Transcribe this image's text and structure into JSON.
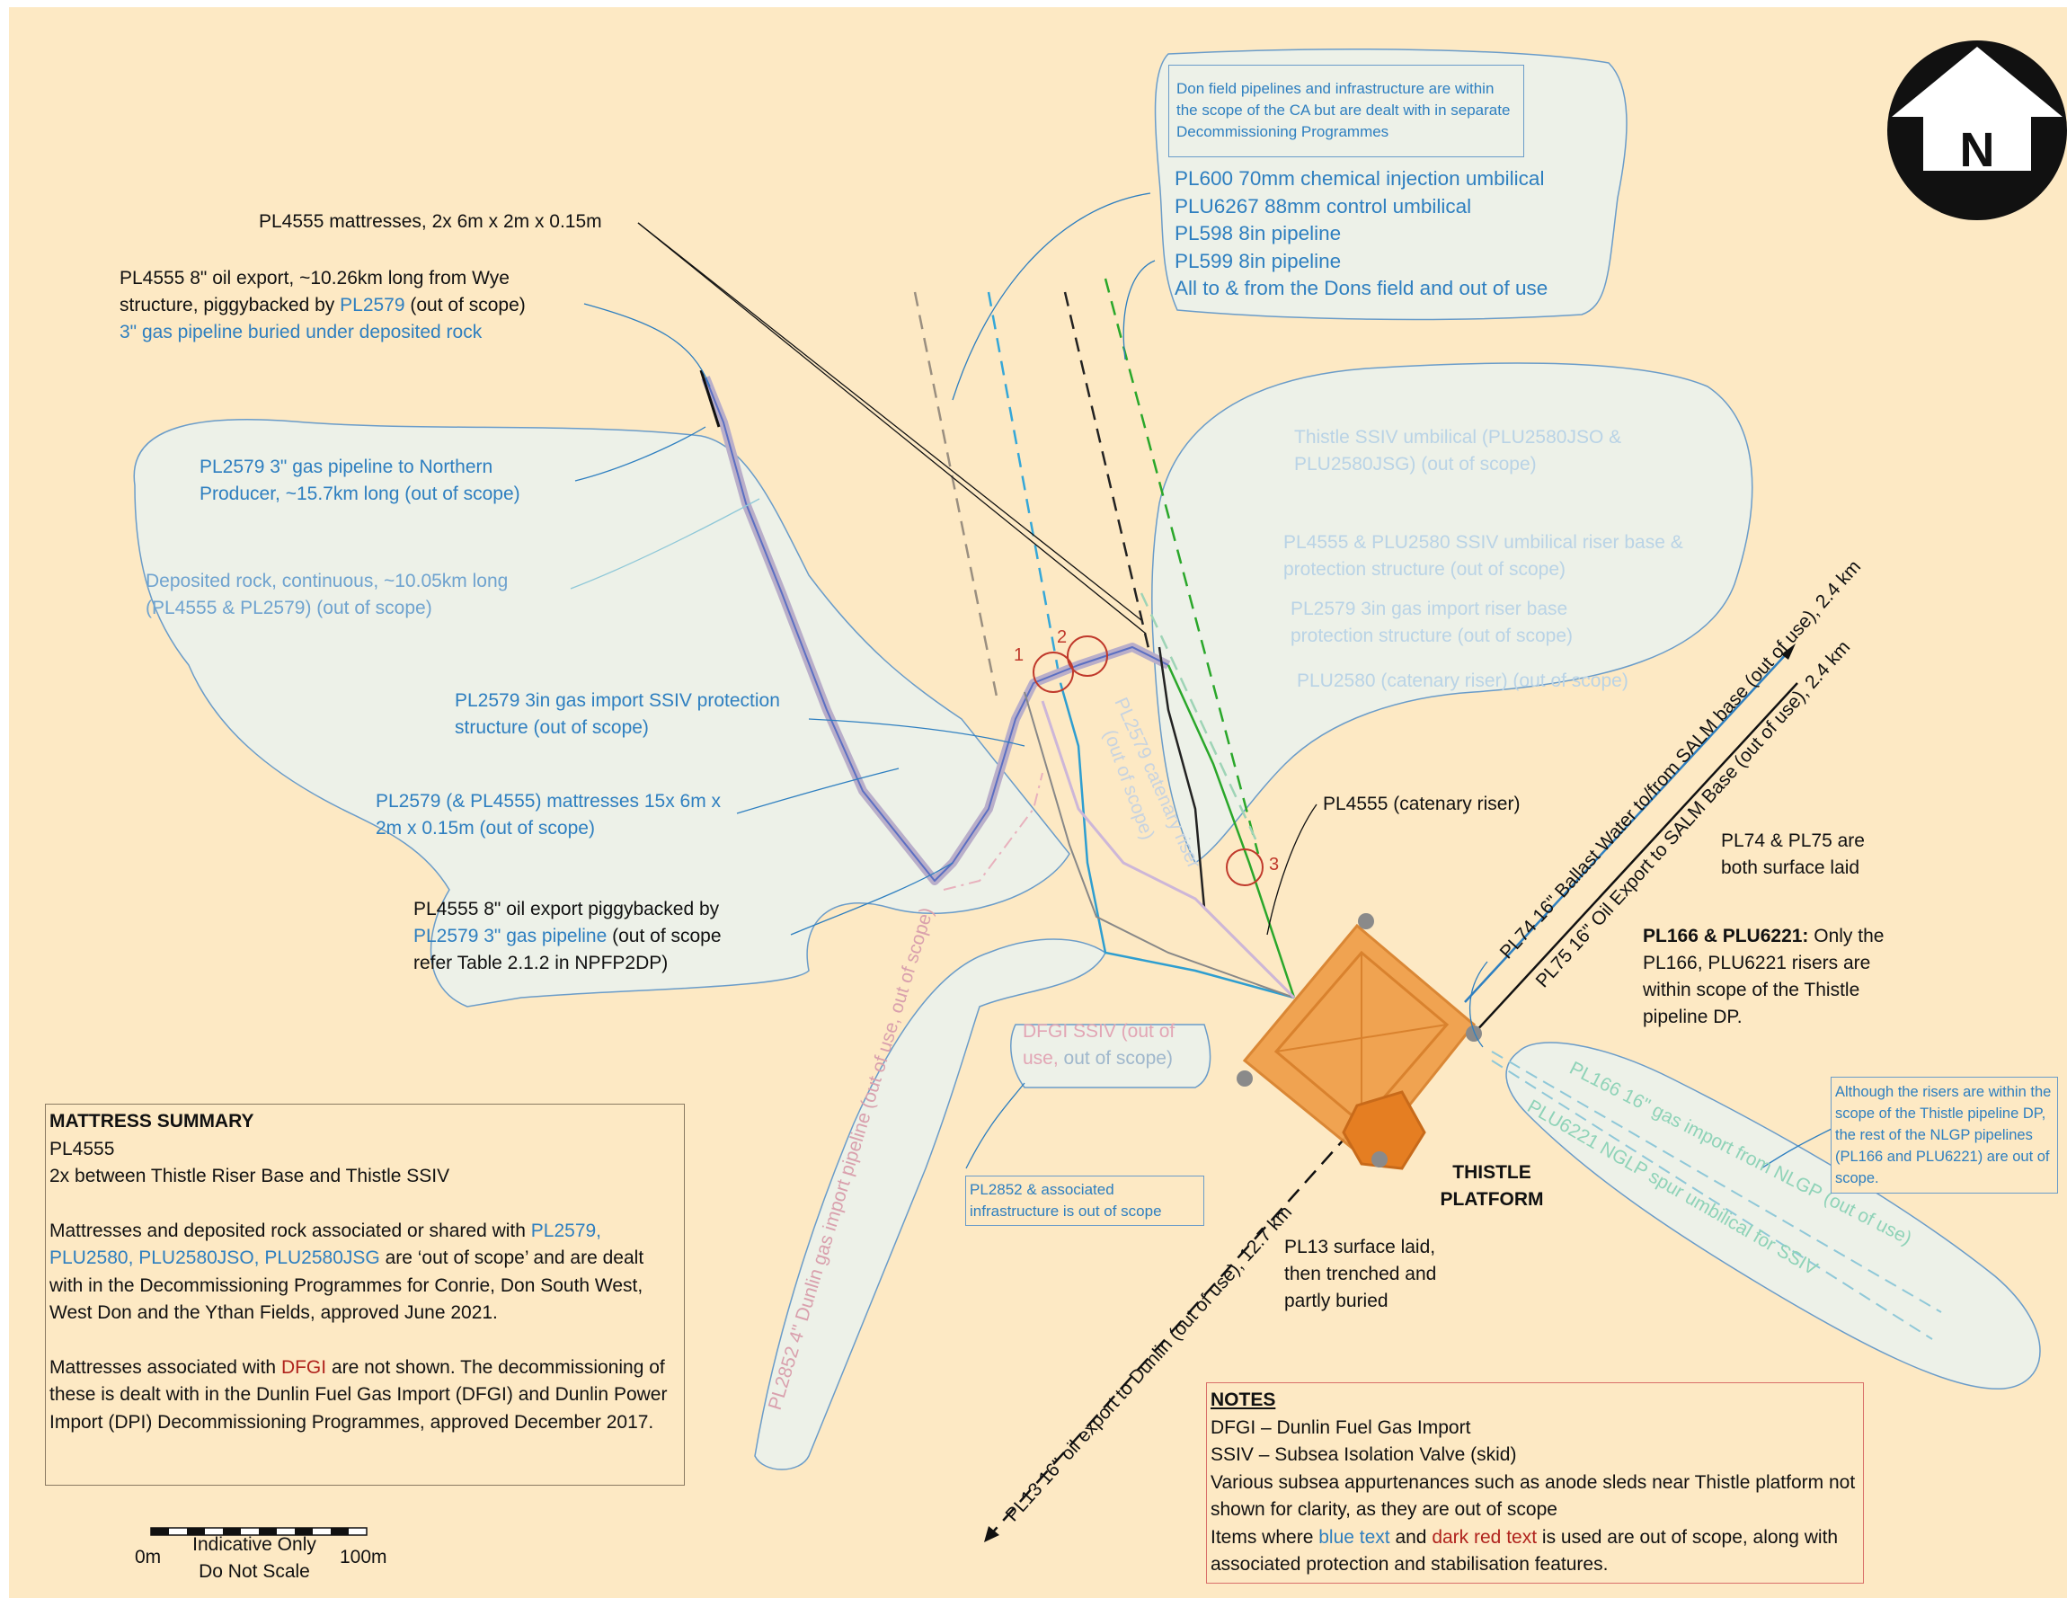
{
  "colors": {
    "background": "#fde9c4",
    "blue_text": "#2e7fc0",
    "dark_red_text": "#b0231d",
    "platform": "#f0a04b",
    "scope_area": "#edf1e8"
  },
  "north_arrow": {
    "label": "N"
  },
  "don_note": {
    "header": "Don field pipelines and infrastructure are within the scope of the CA but are dealt with in separate Decommissioning Programmes",
    "lines": [
      "PL600 70mm chemical injection umbilical",
      "PLU6267 88mm control umbilical",
      "PL598 8in pipeline",
      "PL599 8in pipeline",
      "All to & from the Dons field and out of use"
    ]
  },
  "labels": {
    "pl4555_mattresses": "PL4555 mattresses, 2x 6m x 2m x 0.15m",
    "pl4555_export_1": "PL4555 8\" oil export, ~10.26km long from Wye",
    "pl4555_export_2a": "structure, piggybacked by ",
    "pl4555_export_2b": "PL2579",
    "pl4555_export_2c": " (out of scope)",
    "pl4555_export_3": "3\" gas pipeline buried under deposited rock",
    "pl2579_northern": "PL2579 3\" gas pipeline to Northern Producer, ~15.7km long (out of scope)",
    "deposited_rock": "Deposited rock, continuous, ~10.05km long (PL4555 & PL2579) (out of scope)",
    "pl2579_ssiv": "PL2579 3in gas import SSIV protection structure (out of scope)",
    "pl2579_mattresses": "PL2579 (& PL4555) mattresses 15x 6m x 2m x 0.15m (out of scope)",
    "piggy_1": "PL4555 8\" oil export piggybacked by",
    "piggy_2a": "PL2579 3\" gas pipeline",
    "piggy_2b": " (out of scope",
    "piggy_3": "refer Table 2.1.2 in NPFP2DP)",
    "thistle_ssiv_umbilical": "Thistle SSIV umbilical (PLU2580JSO & PLU2580JSG) (out of scope)",
    "riser_base": "PL4555 & PLU2580 SSIV umbilical riser base & protection structure (out of scope)",
    "pl2579_riser_base": "PL2579 3in gas import riser base protection structure (out of scope)",
    "plu2580_catenary": "PLU2580 (catenary riser) (out of scope)",
    "pl4555_catenary": "PL4555 (catenary riser)",
    "pl74_75_surface": "PL74 & PL75 are both surface laid",
    "pl166_bold": "PL166 & PLU6221:",
    "pl166_rest": " Only the PL166, PLU6221 risers are within scope of the Thistle pipeline DP.",
    "risers_note": "Although the risers are within the scope of the Thistle pipeline DP, the rest of the NLGP pipelines (PL166 and PLU6221) are out of scope.",
    "dfgi_ssiv_a": "DFGI SSIV (out of use,",
    "dfgi_ssiv_b": " out of scope)",
    "pl2852_box": "PL2852 & associated infrastructure is out of scope",
    "thistle_platform": "THISTLE PLATFORM",
    "pl13_surface": "PL13 surface laid, then trenched and partly buried",
    "marker_1": "1",
    "marker_2": "2",
    "marker_3": "3"
  },
  "rotated_labels": {
    "pl74": "PL74 16\" Ballast Water to/from SALM base (out of use), 2.4 km",
    "pl75": "PL75 16\" Oil Export to SALM Base (out of use), 2.4 km",
    "pl13": "PL13 16\" oil export to Dunlin (out of use), 12.7 km",
    "pl2852": "PL2852 4\" Dunlin gas import pipeline (out of use, out of scope)",
    "pl2579_catenary": "PL2579 catenary riser",
    "pl2579_out_of_scope": "(out of scope)",
    "pl166": "PL166 16\" gas import from NLGP (out of use)",
    "plu6221": "PLU6221 NGLP spur umbilical for SSIV"
  },
  "mattress_summary": {
    "title": "MATTRESS SUMMARY",
    "line1": "PL4555",
    "line2": "2x between Thistle Riser Base and Thistle SSIV",
    "p2_a": "Mattresses and deposited rock associated or shared with ",
    "p2_b": "PL2579, PLU2580, PLU2580JSO, PLU2580JSG",
    "p2_c": " are ‘out of scope’ and are dealt with in the Decommissioning Programmes for Conrie, Don South West, West Don and the Ythan Fields, approved June 2021.",
    "p3_a": "Mattresses associated with ",
    "p3_b": "DFGI",
    "p3_c": " are not shown. The decommissioning of these is dealt with in the Dunlin Fuel Gas Import (DFGI) and Dunlin Power Import (DPI) Decommissioning Programmes, approved December 2017."
  },
  "notes": {
    "title": "NOTES",
    "line1": "DFGI – Dunlin Fuel Gas Import",
    "line2": "SSIV – Subsea Isolation Valve (skid)",
    "line3": "Various subsea appurtenances such as anode sleds near Thistle platform not shown for clarity, as they are out of scope",
    "line4_a": "Items where ",
    "line4_b": "blue text",
    "line4_c": " and ",
    "line4_d": "dark red text",
    "line4_e": " is used are out of scope, along with associated protection and stabilisation features."
  },
  "scale_bar": {
    "zero": "0m",
    "end": "100m",
    "line1": "Indicative Only",
    "line2": "Do Not Scale"
  }
}
